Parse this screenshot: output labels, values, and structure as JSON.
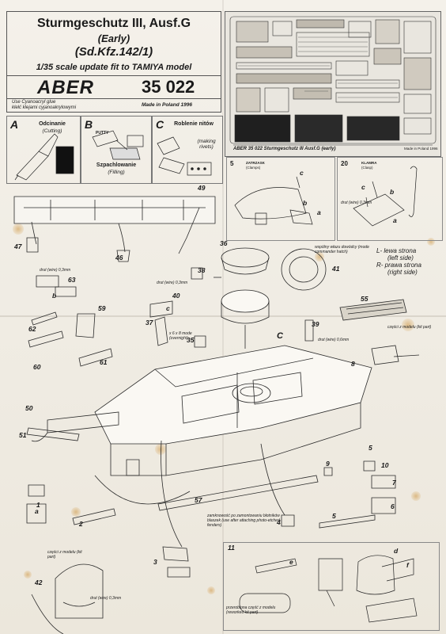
{
  "header": {
    "title": "Sturmgeschutz III, Ausf.G",
    "variant": "(Early)",
    "designation": "(Sd.Kfz.142/1)",
    "scale_line": "1/35 scale update fit to TAMIYA  model",
    "brand": "ABER",
    "product_code": "35 022",
    "glue_note_en": "Use Cyanoacryl glue",
    "glue_note_pl": "klelć klejami cyjanoakrylowymi",
    "made_in": "Made in Poland  1996"
  },
  "fret": {
    "label": "ABER      35 022   Sturmgeschutz III Ausf.G (early)",
    "made_small": "Made in Poland   1996"
  },
  "techniques": [
    {
      "letter": "A",
      "caption_pl": "Odcinanie",
      "caption_en": "(Cutting)"
    },
    {
      "letter": "B",
      "caption_pl": "Szpachlowanie",
      "caption_en": "(Filling)",
      "tool_label": "PUTTY"
    },
    {
      "letter": "C",
      "caption_pl": "Roblenie nitów",
      "caption_en": "(making rivets)"
    }
  ],
  "insets": [
    {
      "number": "5",
      "title_pl": "ZATRZASK",
      "title_en": "(Clamps)",
      "letters": [
        "c",
        "b",
        "a"
      ]
    },
    {
      "number": "20",
      "title_pl": "KLAMRA",
      "title_en": "(Clasp)",
      "letters": [
        "c",
        "b",
        "a"
      ],
      "note": "drut (wire) 0,3mm"
    }
  ],
  "side_legend": {
    "left": "L- lewa strona",
    "left_en": "(left side)",
    "right": "R- prawa strona",
    "right_en": "(right side)"
  },
  "notes": {
    "hatch": "wspólny włazu dowódcy (mode commander hatch)",
    "wire_03_a": "drut (wire) 0,3mm",
    "wire_03_b": "drut (wire) 0,3mm",
    "wire_03_c": "drut (wire) 0,3mm",
    "wire_06": "drut (wire) 0,6mm",
    "rivets": "x 6 x 8 mode (overnight)",
    "kit_part_a": "części z modelu (kit part)",
    "kit_part_b": "części z modelu (kit part)",
    "fenders": "zamknowość po zamontowaniu błotników blaszek (use after attaching photo-etched fenders)",
    "reworked": "przerobiona część z modelu (reworked kit part)"
  },
  "part_numbers": [
    "1",
    "2",
    "3",
    "4",
    "5",
    "5",
    "6",
    "7",
    "8",
    "9",
    "10",
    "11",
    "35",
    "36",
    "37",
    "38",
    "39",
    "40",
    "41",
    "42",
    "46",
    "47",
    "49",
    "50",
    "51",
    "55",
    "57",
    "59",
    "60",
    "61",
    "62",
    "63"
  ],
  "letter_marks": [
    "a",
    "b",
    "c",
    "d",
    "e",
    "f",
    "C",
    "L",
    "R"
  ]
}
